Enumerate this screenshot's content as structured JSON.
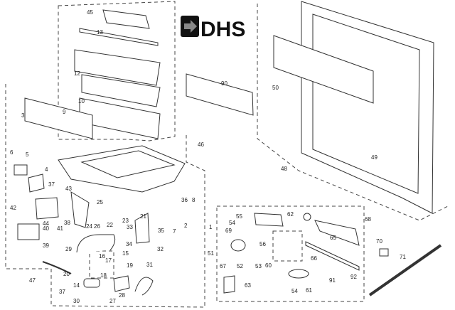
{
  "logo": {
    "text": "DHS",
    "color": "#111111"
  },
  "labels": [
    "45",
    "13",
    "12",
    "9",
    "10",
    "3",
    "90",
    "50",
    "48",
    "49",
    "46",
    "6",
    "5",
    "4",
    "37",
    "42",
    "44",
    "40",
    "38",
    "41",
    "39",
    "43",
    "25",
    "24",
    "26",
    "22",
    "23",
    "21",
    "36",
    "8",
    "2",
    "7",
    "35",
    "33",
    "34",
    "32",
    "1",
    "29",
    "15",
    "16",
    "17",
    "18",
    "19",
    "31",
    "20",
    "14",
    "37",
    "28",
    "30",
    "27",
    "47",
    "51",
    "67",
    "55",
    "62",
    "68",
    "54",
    "69",
    "56",
    "65",
    "66",
    "52",
    "53",
    "60",
    "63",
    "54",
    "61",
    "91",
    "92",
    "70",
    "71"
  ]
}
